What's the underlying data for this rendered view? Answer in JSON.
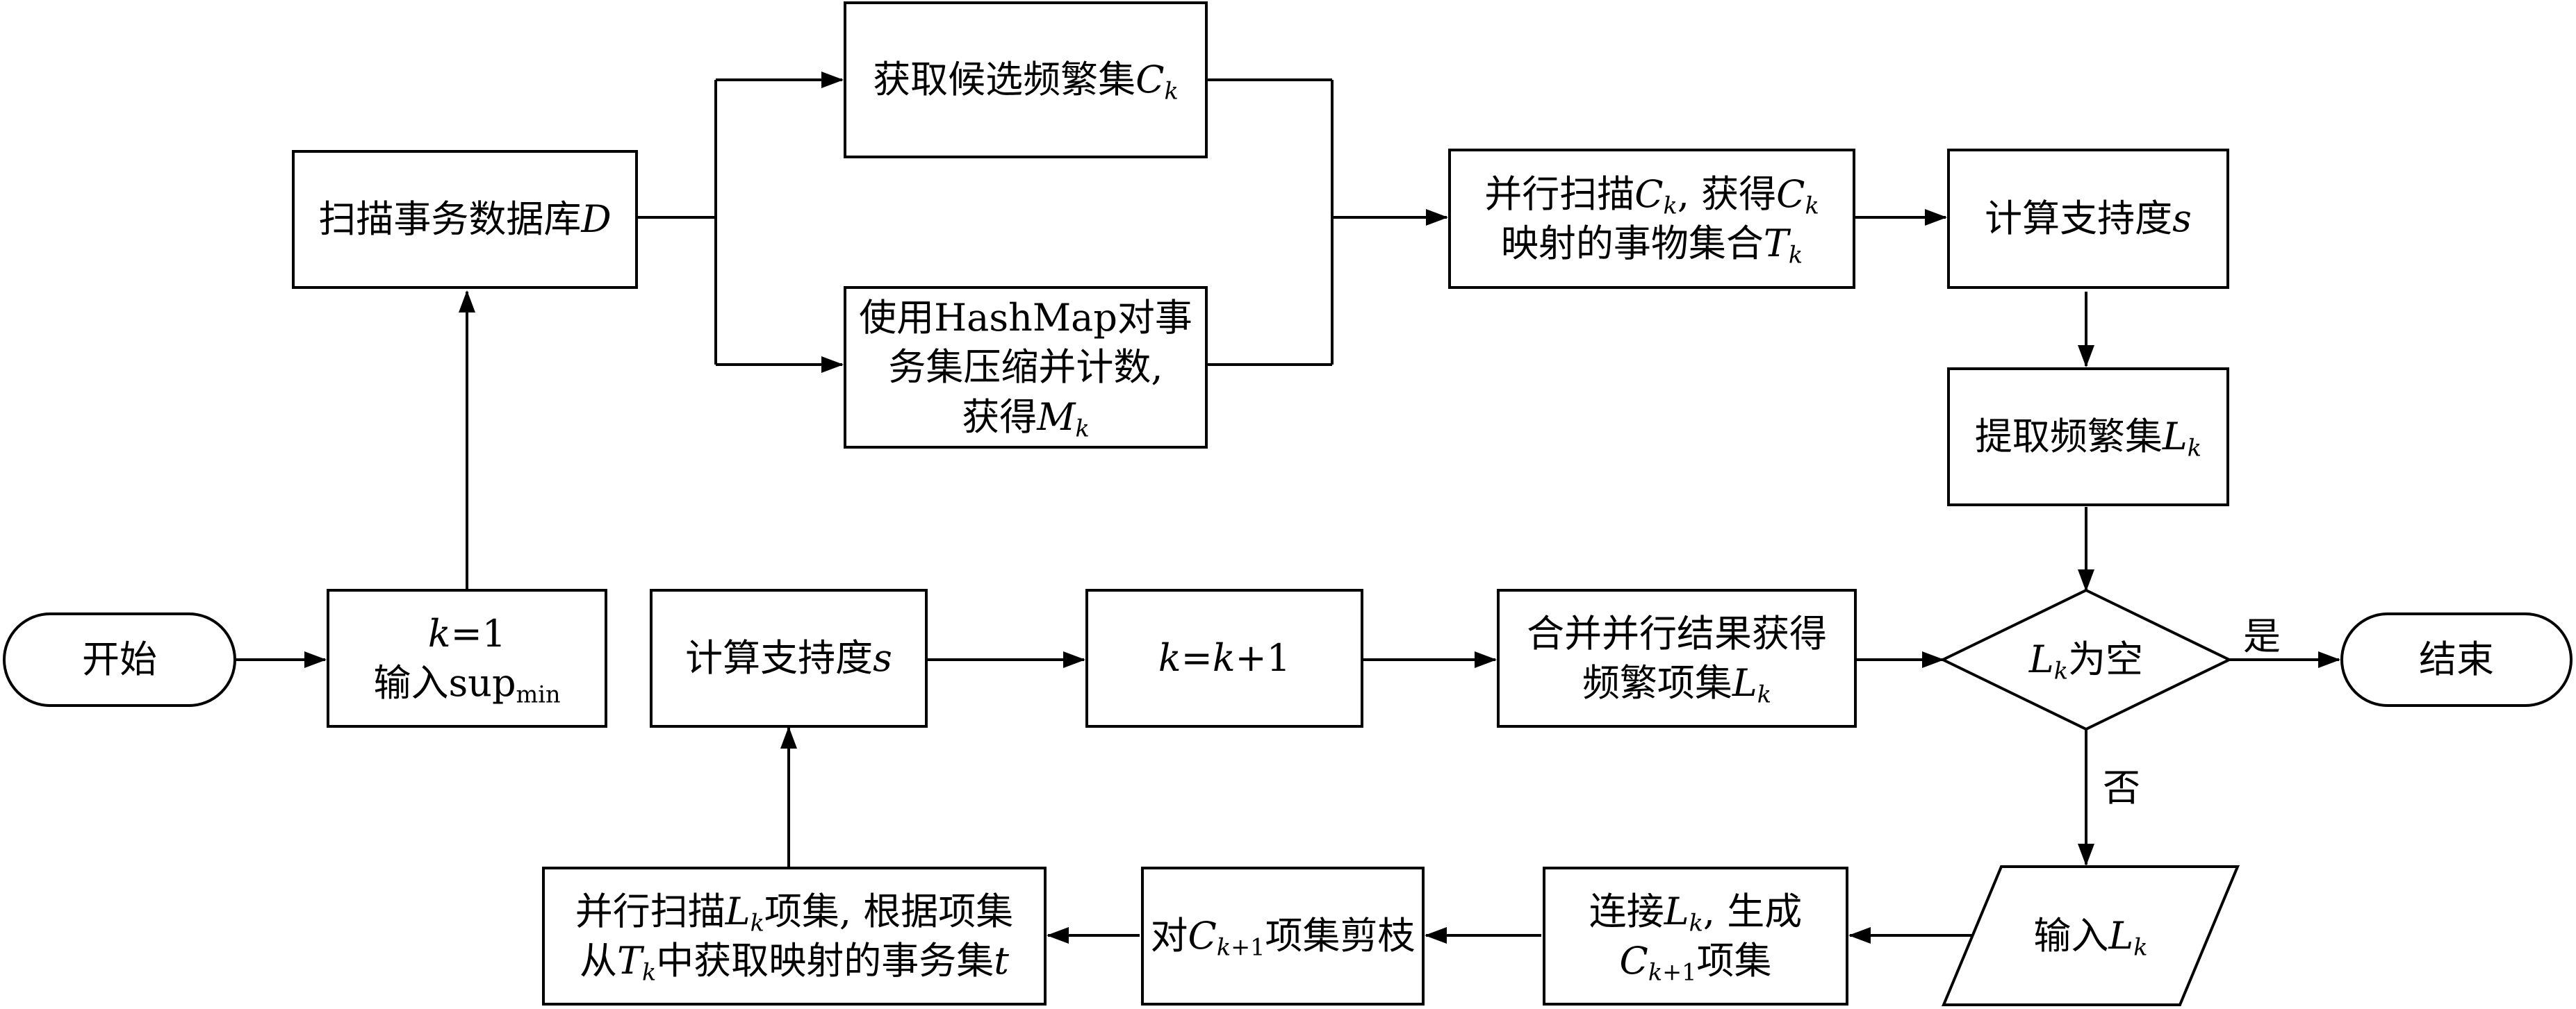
{
  "nodes": {
    "start": [
      "开始"
    ],
    "init": [
      "k=1",
      "输入supmin"
    ],
    "scan_db": [
      "扫描事务数据库D"
    ],
    "get_candidates": [
      "获取候选频繁集Ck"
    ],
    "hashmap": [
      "使用HashMap对事",
      "务集压缩并计数,",
      "获得Mk"
    ],
    "parallel_scan_ck": [
      "并行扫描Ck, 获得Ck",
      "映射的事物集合Tk"
    ],
    "calc_support_top": [
      "计算支持度s"
    ],
    "extract_freq": [
      "提取频繁集Lk"
    ],
    "lk_empty": [
      "Lk为空"
    ],
    "end": [
      "结束"
    ],
    "input_lk": [
      "输入Lk"
    ],
    "join_lk": [
      "连接Lk, 生成",
      "Ck+1项集"
    ],
    "prune": [
      "对Ck+1项集剪枝"
    ],
    "parallel_scan_lk": [
      "并行扫描Lk项集, 根据项集",
      "从Tk中获取映射的事务集t"
    ],
    "calc_support_mid": [
      "计算支持度s"
    ],
    "k_increment": [
      "k=k+1"
    ],
    "merge_results": [
      "合并并行结果获得",
      "频繁项集Lk"
    ]
  },
  "edge_labels": {
    "yes": "是",
    "no": "否"
  }
}
